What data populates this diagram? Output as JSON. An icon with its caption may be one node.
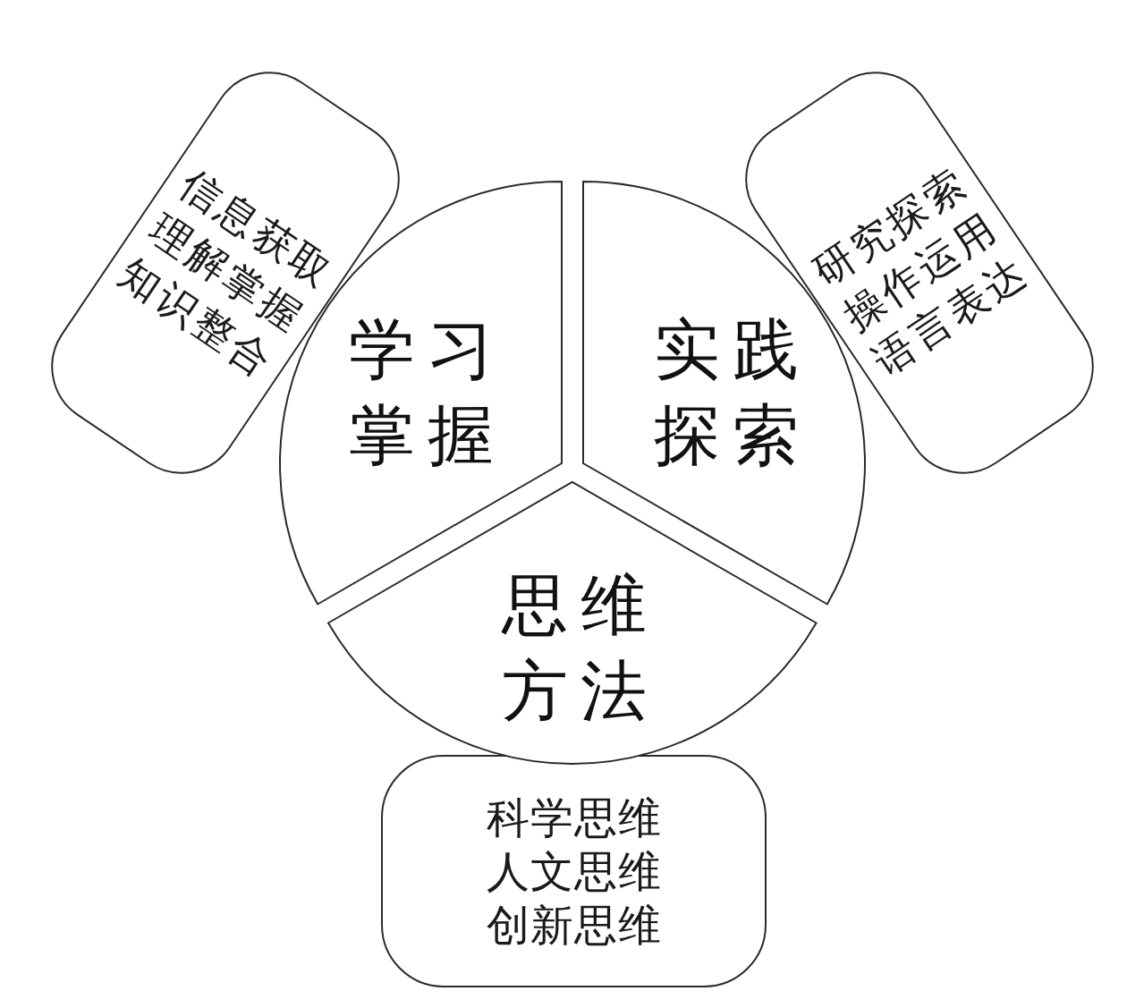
{
  "diagram": {
    "nodes": [
      {
        "text": [
          "学习掌握"
        ]
      },
      {
        "text": [
          "实践探索"
        ]
      },
      {
        "text": [
          "思维方法"
        ]
      },
      {
        "text": [
          "信息获取",
          "理解掌握",
          "知识整合"
        ]
      },
      {
        "text": [
          "研究探索",
          "操作运用",
          "语言表达"
        ]
      },
      {
        "text": [
          "科学思维",
          "人文思维",
          "创新思维"
        ]
      }
    ]
  }
}
